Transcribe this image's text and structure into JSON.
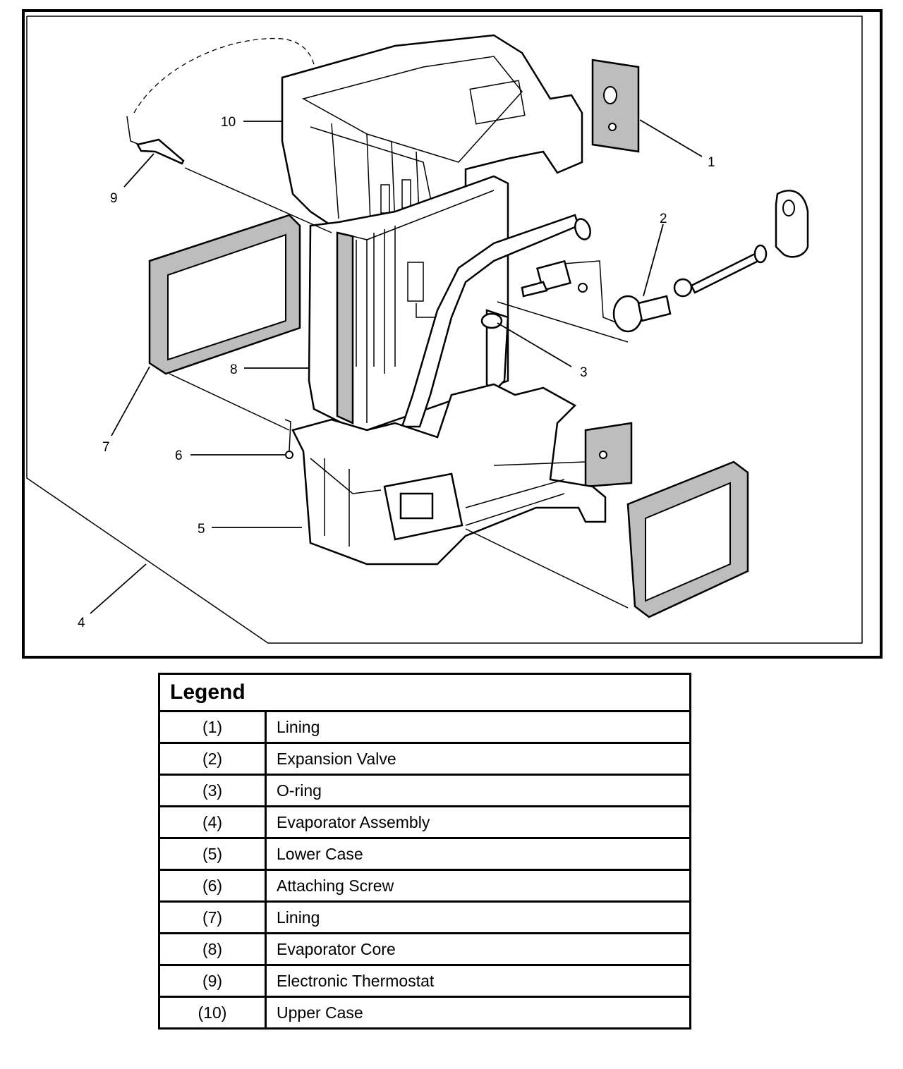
{
  "diagram": {
    "callouts": [
      {
        "id": "1",
        "label": "1"
      },
      {
        "id": "2",
        "label": "2"
      },
      {
        "id": "3",
        "label": "3"
      },
      {
        "id": "4",
        "label": "4"
      },
      {
        "id": "5",
        "label": "5"
      },
      {
        "id": "6",
        "label": "6"
      },
      {
        "id": "7",
        "label": "7"
      },
      {
        "id": "8",
        "label": "8"
      },
      {
        "id": "9",
        "label": "9"
      },
      {
        "id": "10",
        "label": "10"
      }
    ]
  },
  "legend": {
    "title": "Legend",
    "items": [
      {
        "num": "(1)",
        "desc": "Lining"
      },
      {
        "num": "(2)",
        "desc": "Expansion Valve"
      },
      {
        "num": "(3)",
        "desc": "O-ring"
      },
      {
        "num": "(4)",
        "desc": "Evaporator Assembly"
      },
      {
        "num": "(5)",
        "desc": "Lower Case"
      },
      {
        "num": "(6)",
        "desc": "Attaching Screw"
      },
      {
        "num": "(7)",
        "desc": "Lining"
      },
      {
        "num": "(8)",
        "desc": "Evaporator Core"
      },
      {
        "num": "(9)",
        "desc": "Electronic Thermostat"
      },
      {
        "num": "(10)",
        "desc": "Upper Case"
      }
    ]
  }
}
